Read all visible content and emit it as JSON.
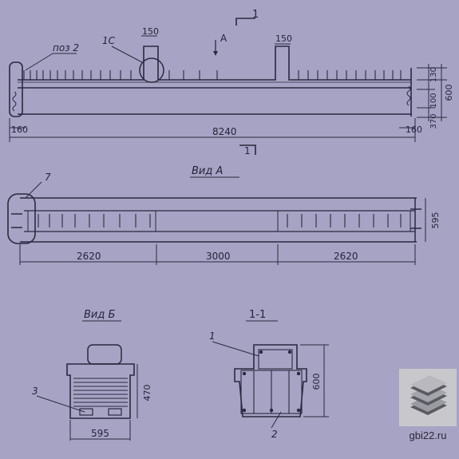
{
  "views": {
    "front": {
      "section_mark": "1",
      "view_a_arrow": "А",
      "pos_label": "поз 2",
      "callout_1c": "1С",
      "dims": {
        "notch_left": "150",
        "notch_mid": "150",
        "total_length": "8240",
        "end_left": "160",
        "end_right": "160",
        "h_130": "130",
        "h_100": "100",
        "h_370": "370",
        "h_total": "600"
      }
    },
    "view_a": {
      "title": "Вид А",
      "callout": "7",
      "dims": {
        "seg_left": "2620",
        "seg_mid": "3000",
        "seg_right": "2620",
        "width": "595"
      }
    },
    "view_b": {
      "title": "Вид Б",
      "callout": "3",
      "dims": {
        "height": "470",
        "width": "595"
      }
    },
    "section_1_1": {
      "title": "1-1",
      "callout_top": "1",
      "callout_bottom": "2",
      "dims": {
        "height": "600"
      }
    }
  },
  "watermark": {
    "site": "gbi22.ru"
  },
  "colors": {
    "paper": "#a7a3c4",
    "ink": "#25233a",
    "logo_plate": "#c8c8cc"
  }
}
